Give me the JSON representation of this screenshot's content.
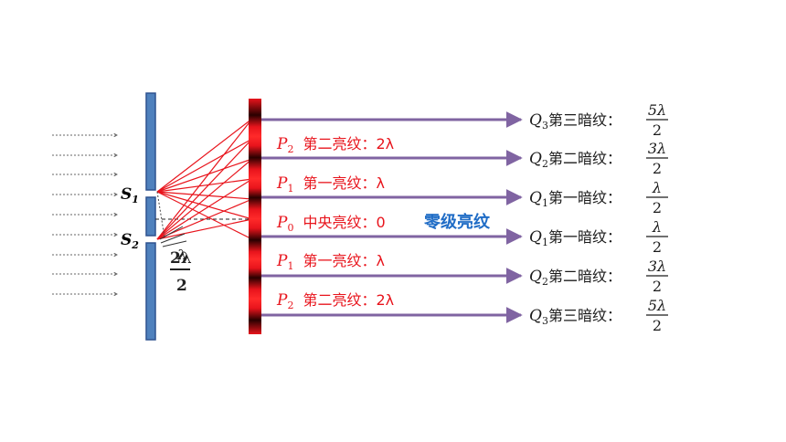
{
  "sources": {
    "s1": "S",
    "s1_sub": "1",
    "s2": "S",
    "s2_sub": "2"
  },
  "path_diff_label": {
    "num": "λ",
    "den": "2",
    "garble": "2λ"
  },
  "bright_fringes": [
    {
      "letter": "P",
      "sub": "2",
      "text": "第二亮纹：2λ"
    },
    {
      "letter": "P",
      "sub": "1",
      "text": "第一亮纹：λ"
    },
    {
      "letter": "P",
      "sub": "0",
      "text": "中央亮纹：0"
    },
    {
      "letter": "P",
      "sub": "1",
      "text": "第一亮纹：λ"
    },
    {
      "letter": "P",
      "sub": "2",
      "text": "第二亮纹：2λ"
    }
  ],
  "zero_order_label": "零级亮纹",
  "dark_fringes": [
    {
      "letter": "Q",
      "sub": "3",
      "text": "第三暗纹：",
      "num": "5λ",
      "den": "2"
    },
    {
      "letter": "Q",
      "sub": "2",
      "text": "第二暗纹：",
      "num": "3λ",
      "den": "2"
    },
    {
      "letter": "Q",
      "sub": "1",
      "text": "第一暗纹：",
      "num": "λ",
      "den": "2"
    },
    {
      "letter": "Q",
      "sub": "1",
      "text": "第一暗纹：",
      "num": "λ",
      "den": "2"
    },
    {
      "letter": "Q",
      "sub": "2",
      "text": "第二暗纹：",
      "num": "3λ",
      "den": "2"
    },
    {
      "letter": "Q",
      "sub": "3",
      "text": "第三暗纹：",
      "num": "5λ",
      "den": "2"
    }
  ],
  "colors": {
    "barrier": "#4f81bd",
    "ray": "#e8141c",
    "arrow": "#8064a2",
    "zero_label": "#1f6cc6"
  }
}
